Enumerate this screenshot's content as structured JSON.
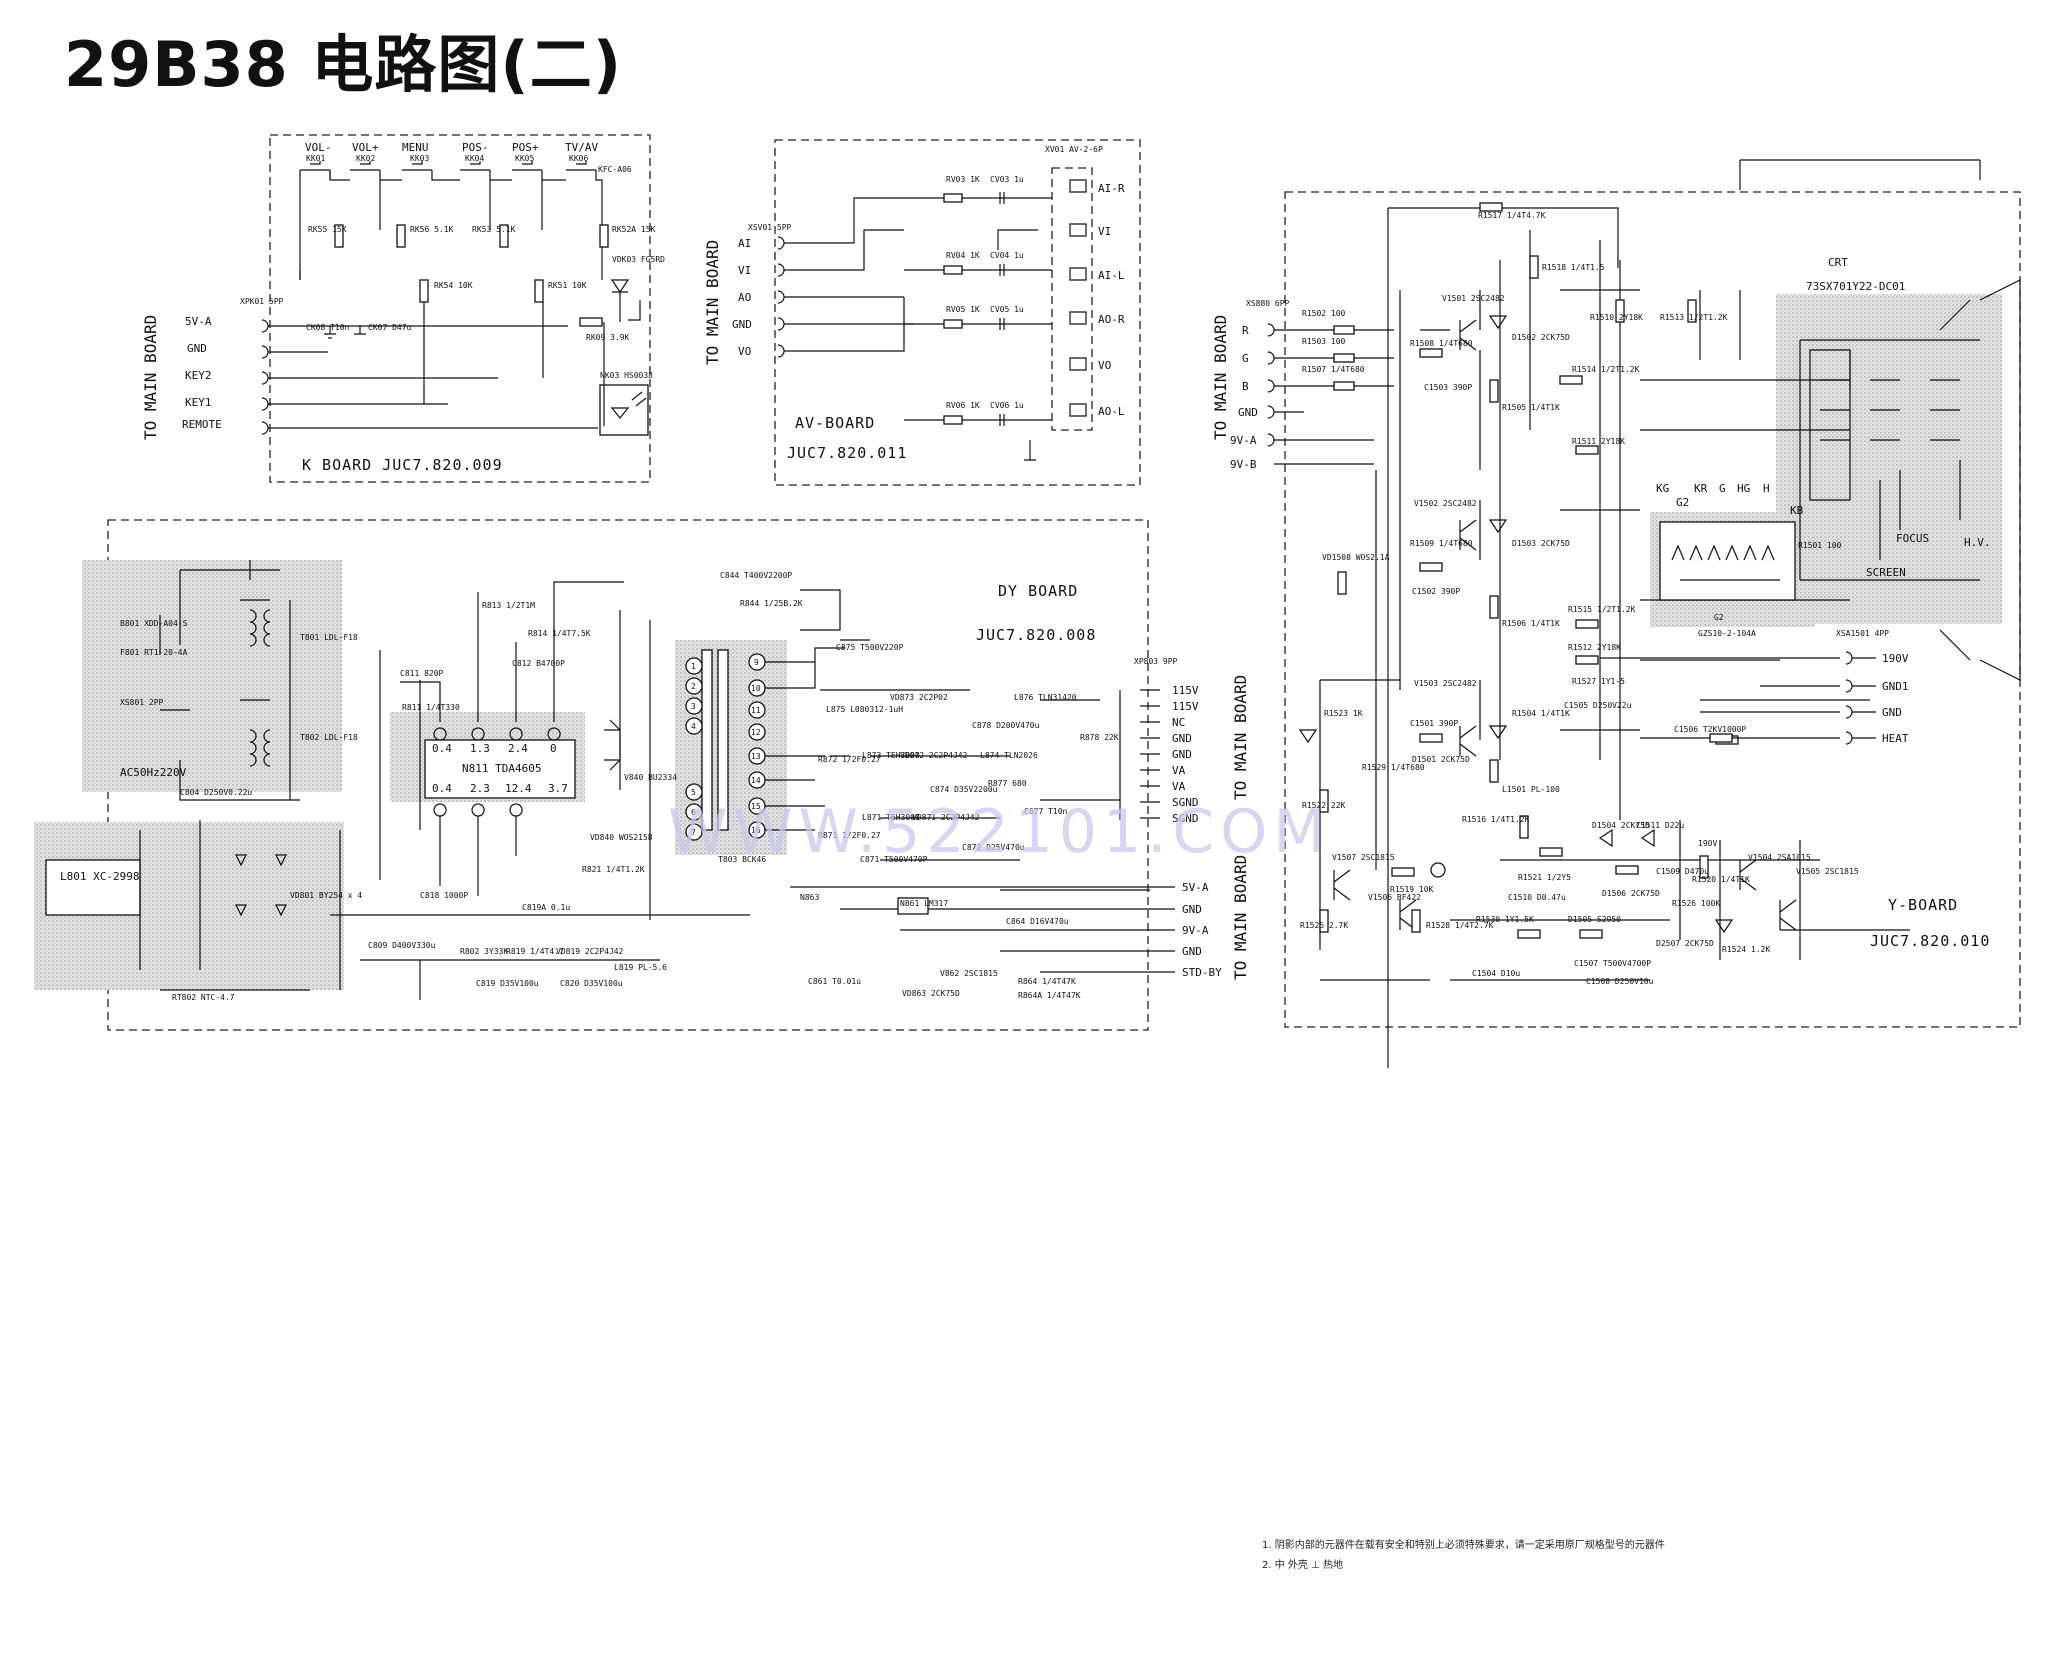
{
  "title": "29B38 电路图(二)",
  "watermark": "WWW.522101.COM",
  "footnotes": [
    "1. 阴影内部的元器件在载有安全和特别上必须特殊要求，请一定采用原厂规格型号的元器件",
    "2. 中 外壳    ⊥ 热地"
  ],
  "k_board": {
    "title": "K  BOARD  JUC7.820.009",
    "side_label": "TO MAIN BOARD",
    "connector": "XPK01 5PP",
    "buttons": [
      "VOL-",
      "VOL+",
      "MENU",
      "POS-",
      "POS+",
      "TV/AV"
    ],
    "switch_refs": [
      "KK01",
      "KK02",
      "KK03",
      "KK04",
      "KK05",
      "KK06"
    ],
    "switch_type": "KFC-A06",
    "pins": [
      "5V-A",
      "GND",
      "KEY2",
      "KEY1",
      "REMOTE"
    ],
    "parts": [
      "RK55 15K",
      "RK56 5.1K",
      "RK53 5.1K",
      "RK52A 15K",
      "RK54 10K",
      "RK51 10K",
      "RK09 3.9K",
      "CK08 T10n",
      "CK07 D47u",
      "VDK03 FG5RD",
      "NK03 HS0038"
    ]
  },
  "av_board": {
    "title": "AV-BOARD",
    "code": "JUC7.820.011",
    "side_label": "TO MAIN BOARD",
    "connector": "XSV01 5PP",
    "jack": "XV01 AV-2-6P",
    "pins": [
      "AI",
      "VI",
      "AO",
      "GND",
      "VO"
    ],
    "outputs": [
      "AI-R",
      "VI",
      "AI-L",
      "AO-R",
      "VO",
      "AO-L"
    ],
    "parts": [
      "RV03 1K",
      "CV03 1u",
      "RV04 1K",
      "CV04 1u",
      "RV05 1K",
      "CV05 1u",
      "RV06 1K",
      "CV06 1u"
    ]
  },
  "dy_board": {
    "title": "DY BOARD",
    "code": "JUC7.820.008",
    "connector": "XP803 9PP",
    "outputs": [
      "115V",
      "115V",
      "NC",
      "GND",
      "GND",
      "VA",
      "VA",
      "SGND",
      "SGND"
    ],
    "mains": "AC50Hz220V",
    "ic": "N811 TDA4605",
    "ic_top_pins": [
      "0.4",
      "1.3",
      "2.4",
      "0"
    ],
    "ic_bottom_pins": [
      "0.4",
      "2.3",
      "12.4",
      "3.7"
    ],
    "transformer": "T803 BCK46",
    "winding_pins": [
      "9",
      "10",
      "11",
      "12",
      "13",
      "14",
      "15",
      "16",
      "1",
      "2",
      "3",
      "4",
      "5",
      "6",
      "7"
    ],
    "lower_connector": [
      "5V-A",
      "GND",
      "9V-A",
      "GND",
      "STD-BY"
    ],
    "parts": [
      "L801 XC-2998",
      "B801 XDD-A04-S",
      "F801 RT1-20-4A",
      "XS801 2PP",
      "T801 LDL-F18",
      "T802 LDL-F18",
      "C804 D250V0.22u",
      "VD801 BY254 x 4",
      "C809 D400V330u",
      "RT802 NTC-4.7",
      "C844 T400V2200P",
      "R844 1/25B.2K",
      "C875 T500V220P",
      "L875 L080312-1uH",
      "VD873 2C2P02",
      "L876 TLN31420",
      "C878 D200V470u",
      "R878 22K",
      "L873 TEH3000",
      "VD872 2C2P4J42",
      "C874 D35V2200u",
      "L874 TLN2026",
      "R877 680",
      "C877 T10n",
      "R872 1/2F0.27",
      "R871 1/2F0.27",
      "L871 TEH3000",
      "VD871 2C2P4J42",
      "C872 D25V470u",
      "C871 T500V470P",
      "N861 LM317",
      "N863",
      "C864 D16V470u",
      "VD863 2CK75D",
      "V862 2SC1815",
      "R864 1/4T47K",
      "R864A 1/4T47K",
      "C861 T0.01u",
      "R811 1/4T330",
      "C811 820P",
      "C812 B4700P",
      "R813 1/2T1M",
      "R814 1/4T7.5K",
      "R819 1/4T4.7",
      "R802 3Y33K",
      "C819 D35V100u",
      "VD819 2C2P4J42",
      "C820 D35V100u",
      "L819 PL-5.6",
      "V840 BU2334",
      "VD840 WOS2158",
      "R821 1/4T1.2K",
      "C818 1000P",
      "C819A 0.1u"
    ]
  },
  "y_board": {
    "title": "Y-BOARD",
    "code": "JUC7.820.010",
    "side_label": "TO MAIN BOARD",
    "connector": "XS880 6PP",
    "pins": [
      "R",
      "G",
      "B",
      "GND",
      "9V-A",
      "9V-B"
    ],
    "crt": "CRT",
    "crt_model": "73SX701Y22-DC01",
    "crt_labels": [
      "KG",
      "KR",
      "G",
      "HG",
      "H",
      "G2",
      "KB",
      "FOCUS",
      "H.V.",
      "SCREEN"
    ],
    "socket": "GZS10-2-104A",
    "socket_ref": "G2",
    "heater_connector": "XSA1501 4PP",
    "heater_pins": [
      "190V",
      "GND1",
      "GND",
      "HEAT"
    ],
    "transistors": [
      "V1501 2SC2482",
      "V1502 2SC2482",
      "V1503 2SC2482",
      "V1504 2SA1015",
      "V1505 2SC1815",
      "V1506 BF422",
      "V1507 2SC1815"
    ],
    "parts": [
      "R1517 1/4T4.7K",
      "R1518 1/4T1.5",
      "R1510 2Y18K",
      "R1513 1/2T1.2K",
      "R1514 1/2T1.2K",
      "R1511 2Y18K",
      "R1515 1/2T1.2K",
      "R1512 2Y18K",
      "C1505 D250V22u",
      "R1527 1Y1-5",
      "C1506 T2KV1000P",
      "R1501 100",
      "R1502 100",
      "R1503 100",
      "R1507 1/4T680",
      "R1508 1/4T680",
      "R1509 1/4T680",
      "C1501 390P",
      "C1503 390P",
      "C1502 390P",
      "D1501 2CK75D",
      "D1502 2CK75D",
      "D1503 2CK75D",
      "R1504 1/4T1K",
      "R1505 1/4T1K",
      "R1506 1/4T1K",
      "L1501 PL-100",
      "VD1508 WOS2.1A",
      "R1523 1K",
      "R1529 1/4T680",
      "R1516 1/4T1.2K",
      "R1520 1/4T1K",
      "R1521 1/2Y5",
      "D1506 2CK75D",
      "D1504 2CK75D",
      "C1511 D22u",
      "C1509 D470u",
      "R1526 100K",
      "R1519 10K",
      "R1530 1Y1.5K",
      "D1505 S2950",
      "C1507 T500V4700P",
      "C1508 D250V10u",
      "C1504 D10u",
      "C1510 D0.47u",
      "D2507 2CK75D",
      "R1524 1.2K",
      "R1525 2.7K",
      "R1522 22K",
      "R1528 1/4T2.7K",
      "190V"
    ]
  }
}
